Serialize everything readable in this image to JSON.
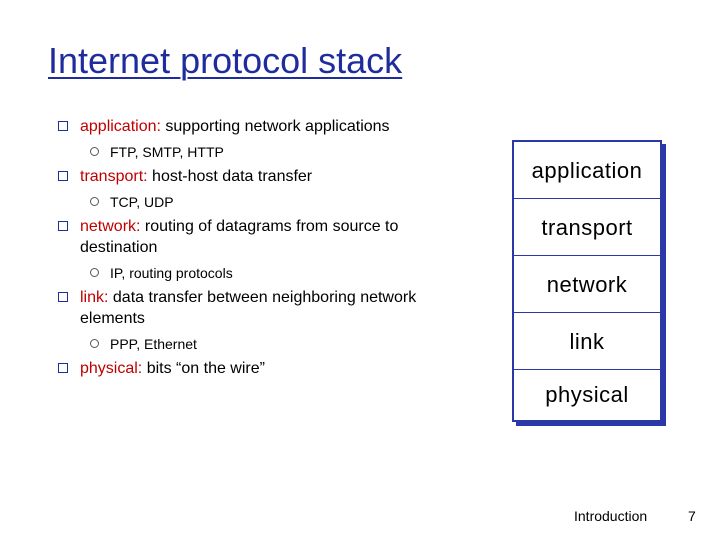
{
  "title": "Internet protocol stack",
  "bullets": [
    {
      "keyword": "application:",
      "text": "supporting network applications",
      "cont": "",
      "sub": "FTP, SMTP, HTTP"
    },
    {
      "keyword": "transport:",
      "text": "host-host data transfer",
      "cont": "",
      "sub": "TCP, UDP"
    },
    {
      "keyword": "network:",
      "text": "routing of datagrams from source to",
      "cont": "destination",
      "sub": "IP, routing protocols"
    },
    {
      "keyword": "link:",
      "text": "data transfer between neighboring  network",
      "cont": "elements",
      "sub": "PPP, Ethernet"
    },
    {
      "keyword": "physical:",
      "text": "bits “on the wire”",
      "cont": "",
      "sub": ""
    }
  ],
  "stack": [
    "application",
    "transport",
    "network",
    "link",
    "physical"
  ],
  "footer": {
    "label": "Introduction",
    "page": "7"
  }
}
